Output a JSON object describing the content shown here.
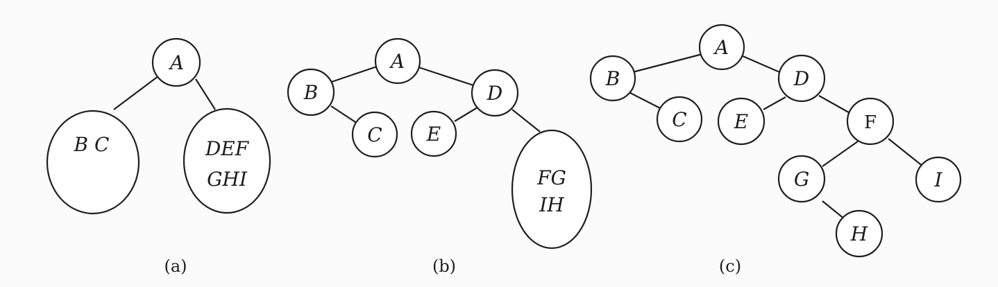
{
  "figures": [
    {
      "caption": "(a)",
      "nodes": [
        {
          "lines": [
            "A"
          ]
        },
        {
          "lines": [
            "B C"
          ]
        },
        {
          "lines": [
            "DEF",
            "GHI"
          ]
        }
      ]
    },
    {
      "caption": "(b)",
      "nodes": [
        {
          "lines": [
            "A"
          ]
        },
        {
          "lines": [
            "B"
          ]
        },
        {
          "lines": [
            "C"
          ]
        },
        {
          "lines": [
            "D"
          ]
        },
        {
          "lines": [
            "E"
          ]
        },
        {
          "lines": [
            "FG",
            "IH"
          ]
        }
      ]
    },
    {
      "caption": "(c)",
      "nodes": [
        {
          "lines": [
            "A"
          ]
        },
        {
          "lines": [
            "B"
          ]
        },
        {
          "lines": [
            "C"
          ]
        },
        {
          "lines": [
            "D"
          ]
        },
        {
          "lines": [
            "E"
          ]
        },
        {
          "lines": [
            "F"
          ]
        },
        {
          "lines": [
            "G"
          ]
        },
        {
          "lines": [
            "I"
          ]
        },
        {
          "lines": [
            "H"
          ]
        }
      ]
    }
  ],
  "colors": {
    "stroke": "#1e1e1e",
    "node_fill": "#ffffff",
    "text": "#1c1c1c",
    "background": "#fbfbfb"
  }
}
